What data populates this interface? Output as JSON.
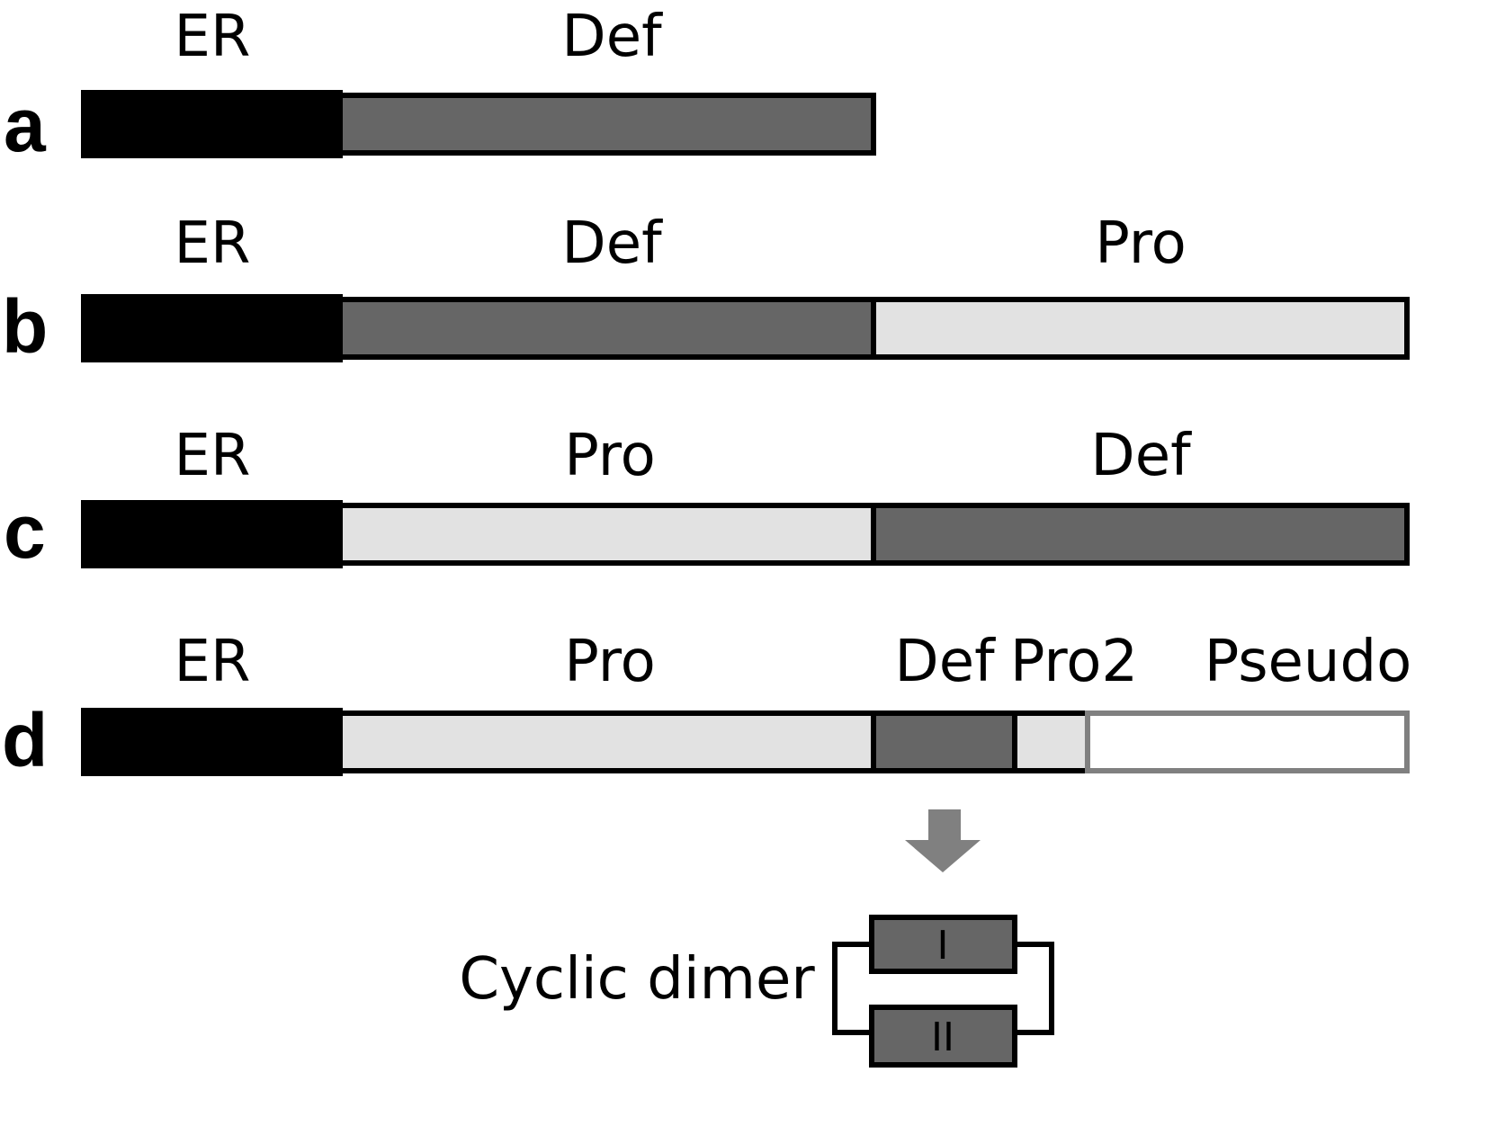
{
  "colors": {
    "er": "#000000",
    "def": "#666666",
    "pro": "#e2e2e2",
    "pseudo": "#ffffff",
    "pseudo_border": "#808080",
    "arrow": "#808080",
    "border": "#000000"
  },
  "rows": [
    {
      "letter": "a",
      "segments": [
        {
          "label": "ER",
          "type": "er"
        },
        {
          "label": "Def",
          "type": "def"
        }
      ]
    },
    {
      "letter": "b",
      "segments": [
        {
          "label": "ER",
          "type": "er"
        },
        {
          "label": "Def",
          "type": "def"
        },
        {
          "label": "Pro",
          "type": "pro"
        }
      ]
    },
    {
      "letter": "c",
      "segments": [
        {
          "label": "ER",
          "type": "er"
        },
        {
          "label": "Pro",
          "type": "pro"
        },
        {
          "label": "Def",
          "type": "def"
        }
      ]
    },
    {
      "letter": "d",
      "segments": [
        {
          "label": "ER",
          "type": "er"
        },
        {
          "label": "Pro",
          "type": "pro"
        },
        {
          "label": "Def",
          "type": "def"
        },
        {
          "label": "Pro2",
          "type": "pro"
        },
        {
          "label": "Pseudo",
          "type": "pseudo"
        }
      ]
    }
  ],
  "product": {
    "label": "Cyclic dimer",
    "units": [
      "I",
      "II"
    ]
  }
}
